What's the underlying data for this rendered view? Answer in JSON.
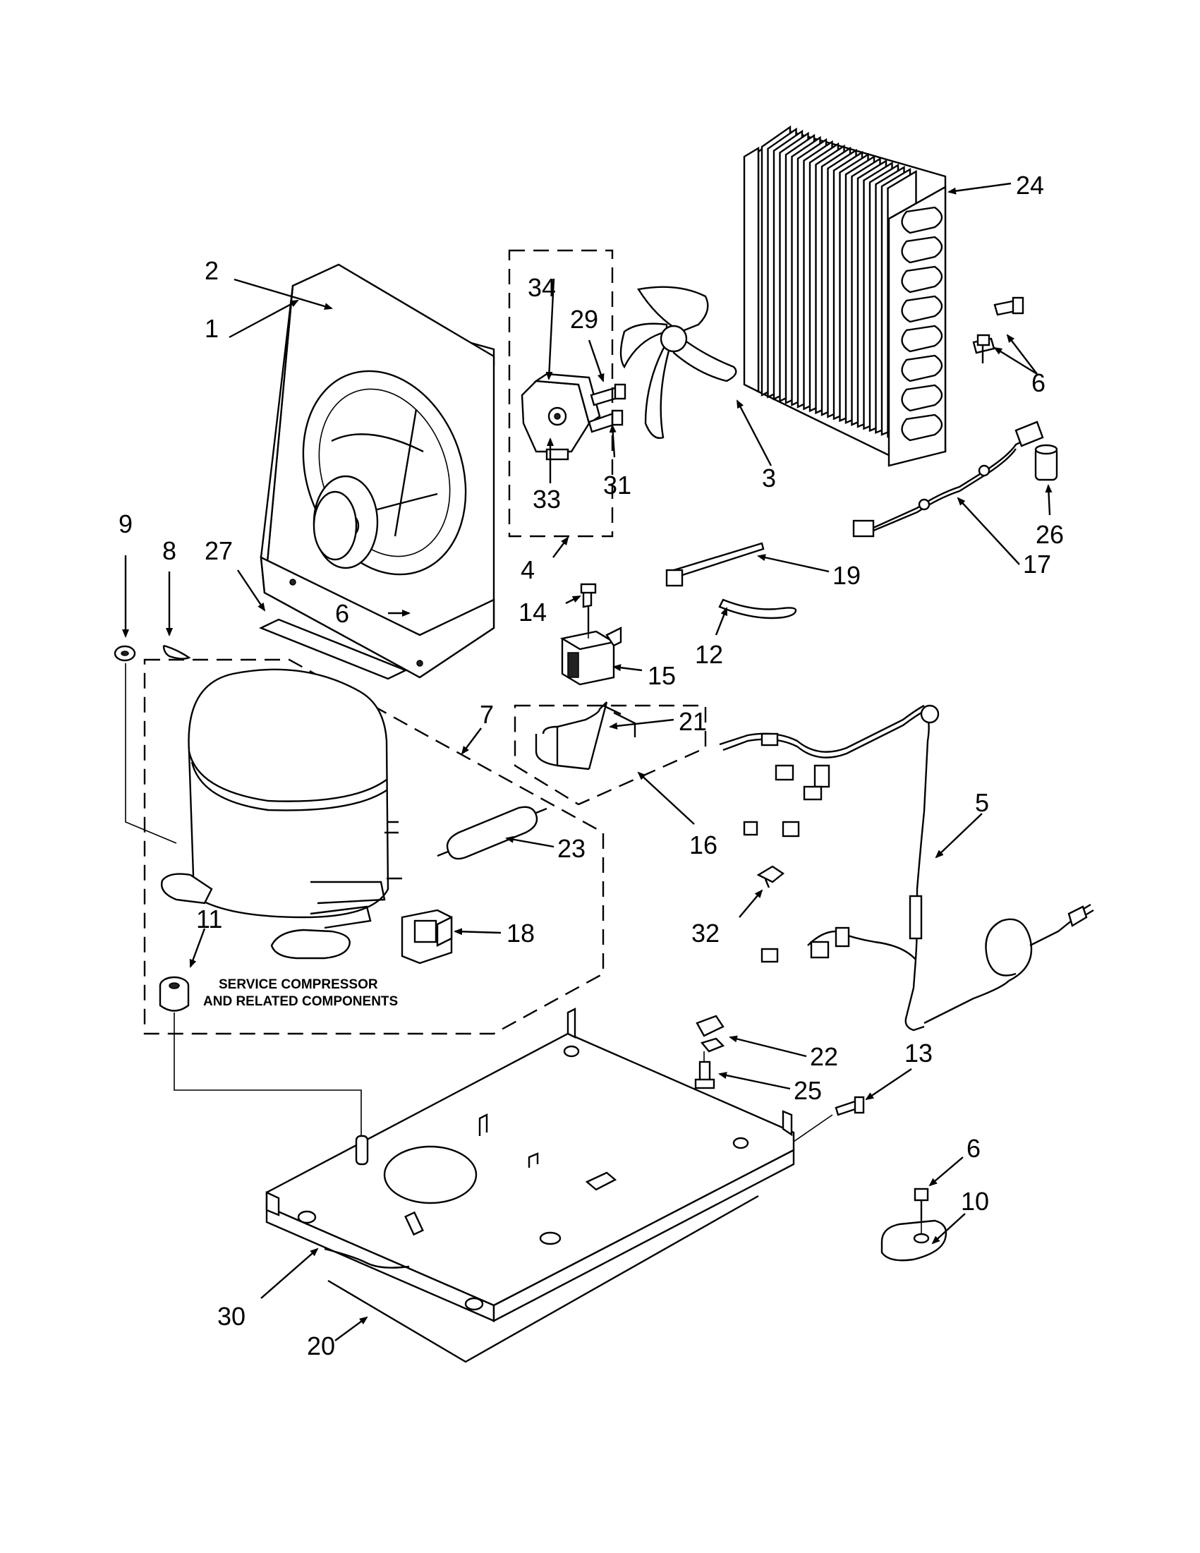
{
  "callouts": [
    {
      "id": "1",
      "text": "1"
    },
    {
      "id": "2",
      "text": "2"
    },
    {
      "id": "3",
      "text": "3"
    },
    {
      "id": "4",
      "text": "4"
    },
    {
      "id": "5",
      "text": "5"
    },
    {
      "id": "6a",
      "text": "6"
    },
    {
      "id": "6b",
      "text": "6"
    },
    {
      "id": "6c",
      "text": "6"
    },
    {
      "id": "7",
      "text": "7"
    },
    {
      "id": "8",
      "text": "8"
    },
    {
      "id": "9",
      "text": "9"
    },
    {
      "id": "10",
      "text": "10"
    },
    {
      "id": "11",
      "text": "11"
    },
    {
      "id": "12",
      "text": "12"
    },
    {
      "id": "13",
      "text": "13"
    },
    {
      "id": "14",
      "text": "14"
    },
    {
      "id": "15",
      "text": "15"
    },
    {
      "id": "16",
      "text": "16"
    },
    {
      "id": "17",
      "text": "17"
    },
    {
      "id": "18",
      "text": "18"
    },
    {
      "id": "19",
      "text": "19"
    },
    {
      "id": "20",
      "text": "20"
    },
    {
      "id": "21",
      "text": "21"
    },
    {
      "id": "22",
      "text": "22"
    },
    {
      "id": "23",
      "text": "23"
    },
    {
      "id": "24",
      "text": "24"
    },
    {
      "id": "25",
      "text": "25"
    },
    {
      "id": "26",
      "text": "26"
    },
    {
      "id": "27",
      "text": "27"
    },
    {
      "id": "29",
      "text": "29"
    },
    {
      "id": "30",
      "text": "30"
    },
    {
      "id": "31",
      "text": "31"
    },
    {
      "id": "32",
      "text": "32"
    },
    {
      "id": "33",
      "text": "33"
    },
    {
      "id": "34",
      "text": "34"
    }
  ],
  "notes": {
    "service_line1": "SERVICE COMPRESSOR",
    "service_line2": "AND RELATED COMPONENTS"
  }
}
